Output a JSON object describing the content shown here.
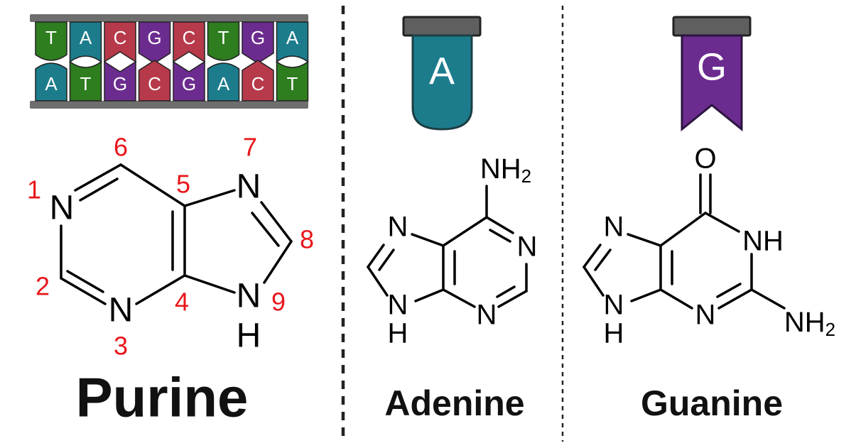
{
  "dna": {
    "top_strand": [
      {
        "base": "T",
        "color": "#2e7d1f"
      },
      {
        "base": "A",
        "color": "#1c7c8c"
      },
      {
        "base": "C",
        "color": "#b63a4a"
      },
      {
        "base": "G",
        "color": "#6c2c8f"
      },
      {
        "base": "C",
        "color": "#b63a4a"
      },
      {
        "base": "T",
        "color": "#2e7d1f"
      },
      {
        "base": "G",
        "color": "#6c2c8f"
      },
      {
        "base": "A",
        "color": "#1c7c8c"
      }
    ],
    "bottom_strand": [
      {
        "base": "A",
        "color": "#1c7c8c"
      },
      {
        "base": "T",
        "color": "#2e7d1f"
      },
      {
        "base": "G",
        "color": "#6c2c8f"
      },
      {
        "base": "C",
        "color": "#b63a4a"
      },
      {
        "base": "G",
        "color": "#6c2c8f"
      },
      {
        "base": "A",
        "color": "#1c7c8c"
      },
      {
        "base": "C",
        "color": "#b63a4a"
      },
      {
        "base": "T",
        "color": "#2e7d1f"
      }
    ],
    "backbone_color": "#6e6e6e"
  },
  "purine": {
    "title": "Purine",
    "atoms": {
      "n1": "N",
      "n3": "N",
      "n7": "N",
      "n9": "N",
      "h9": "H"
    },
    "numbers": [
      "1",
      "2",
      "3",
      "4",
      "5",
      "6",
      "7",
      "8",
      "9"
    ],
    "number_color": "#e8161b"
  },
  "adenine": {
    "title": "Adenine",
    "tag_letter": "A",
    "tag_color": "#1c7c8c",
    "atoms": {
      "nh2": "NH",
      "nh2_sub": "2",
      "n7": "N",
      "n1": "N",
      "n3": "N",
      "n9": "N",
      "h9": "H"
    }
  },
  "guanine": {
    "title": "Guanine",
    "tag_letter": "G",
    "tag_color": "#6c2c8f",
    "atoms": {
      "o": "O",
      "n7": "N",
      "nh1": "NH",
      "n3": "N",
      "n9": "N",
      "h9": "H",
      "nh2": "NH",
      "nh2_sub": "2"
    }
  },
  "colors": {
    "cap": "#5f5f5f",
    "divider": "#222222"
  }
}
